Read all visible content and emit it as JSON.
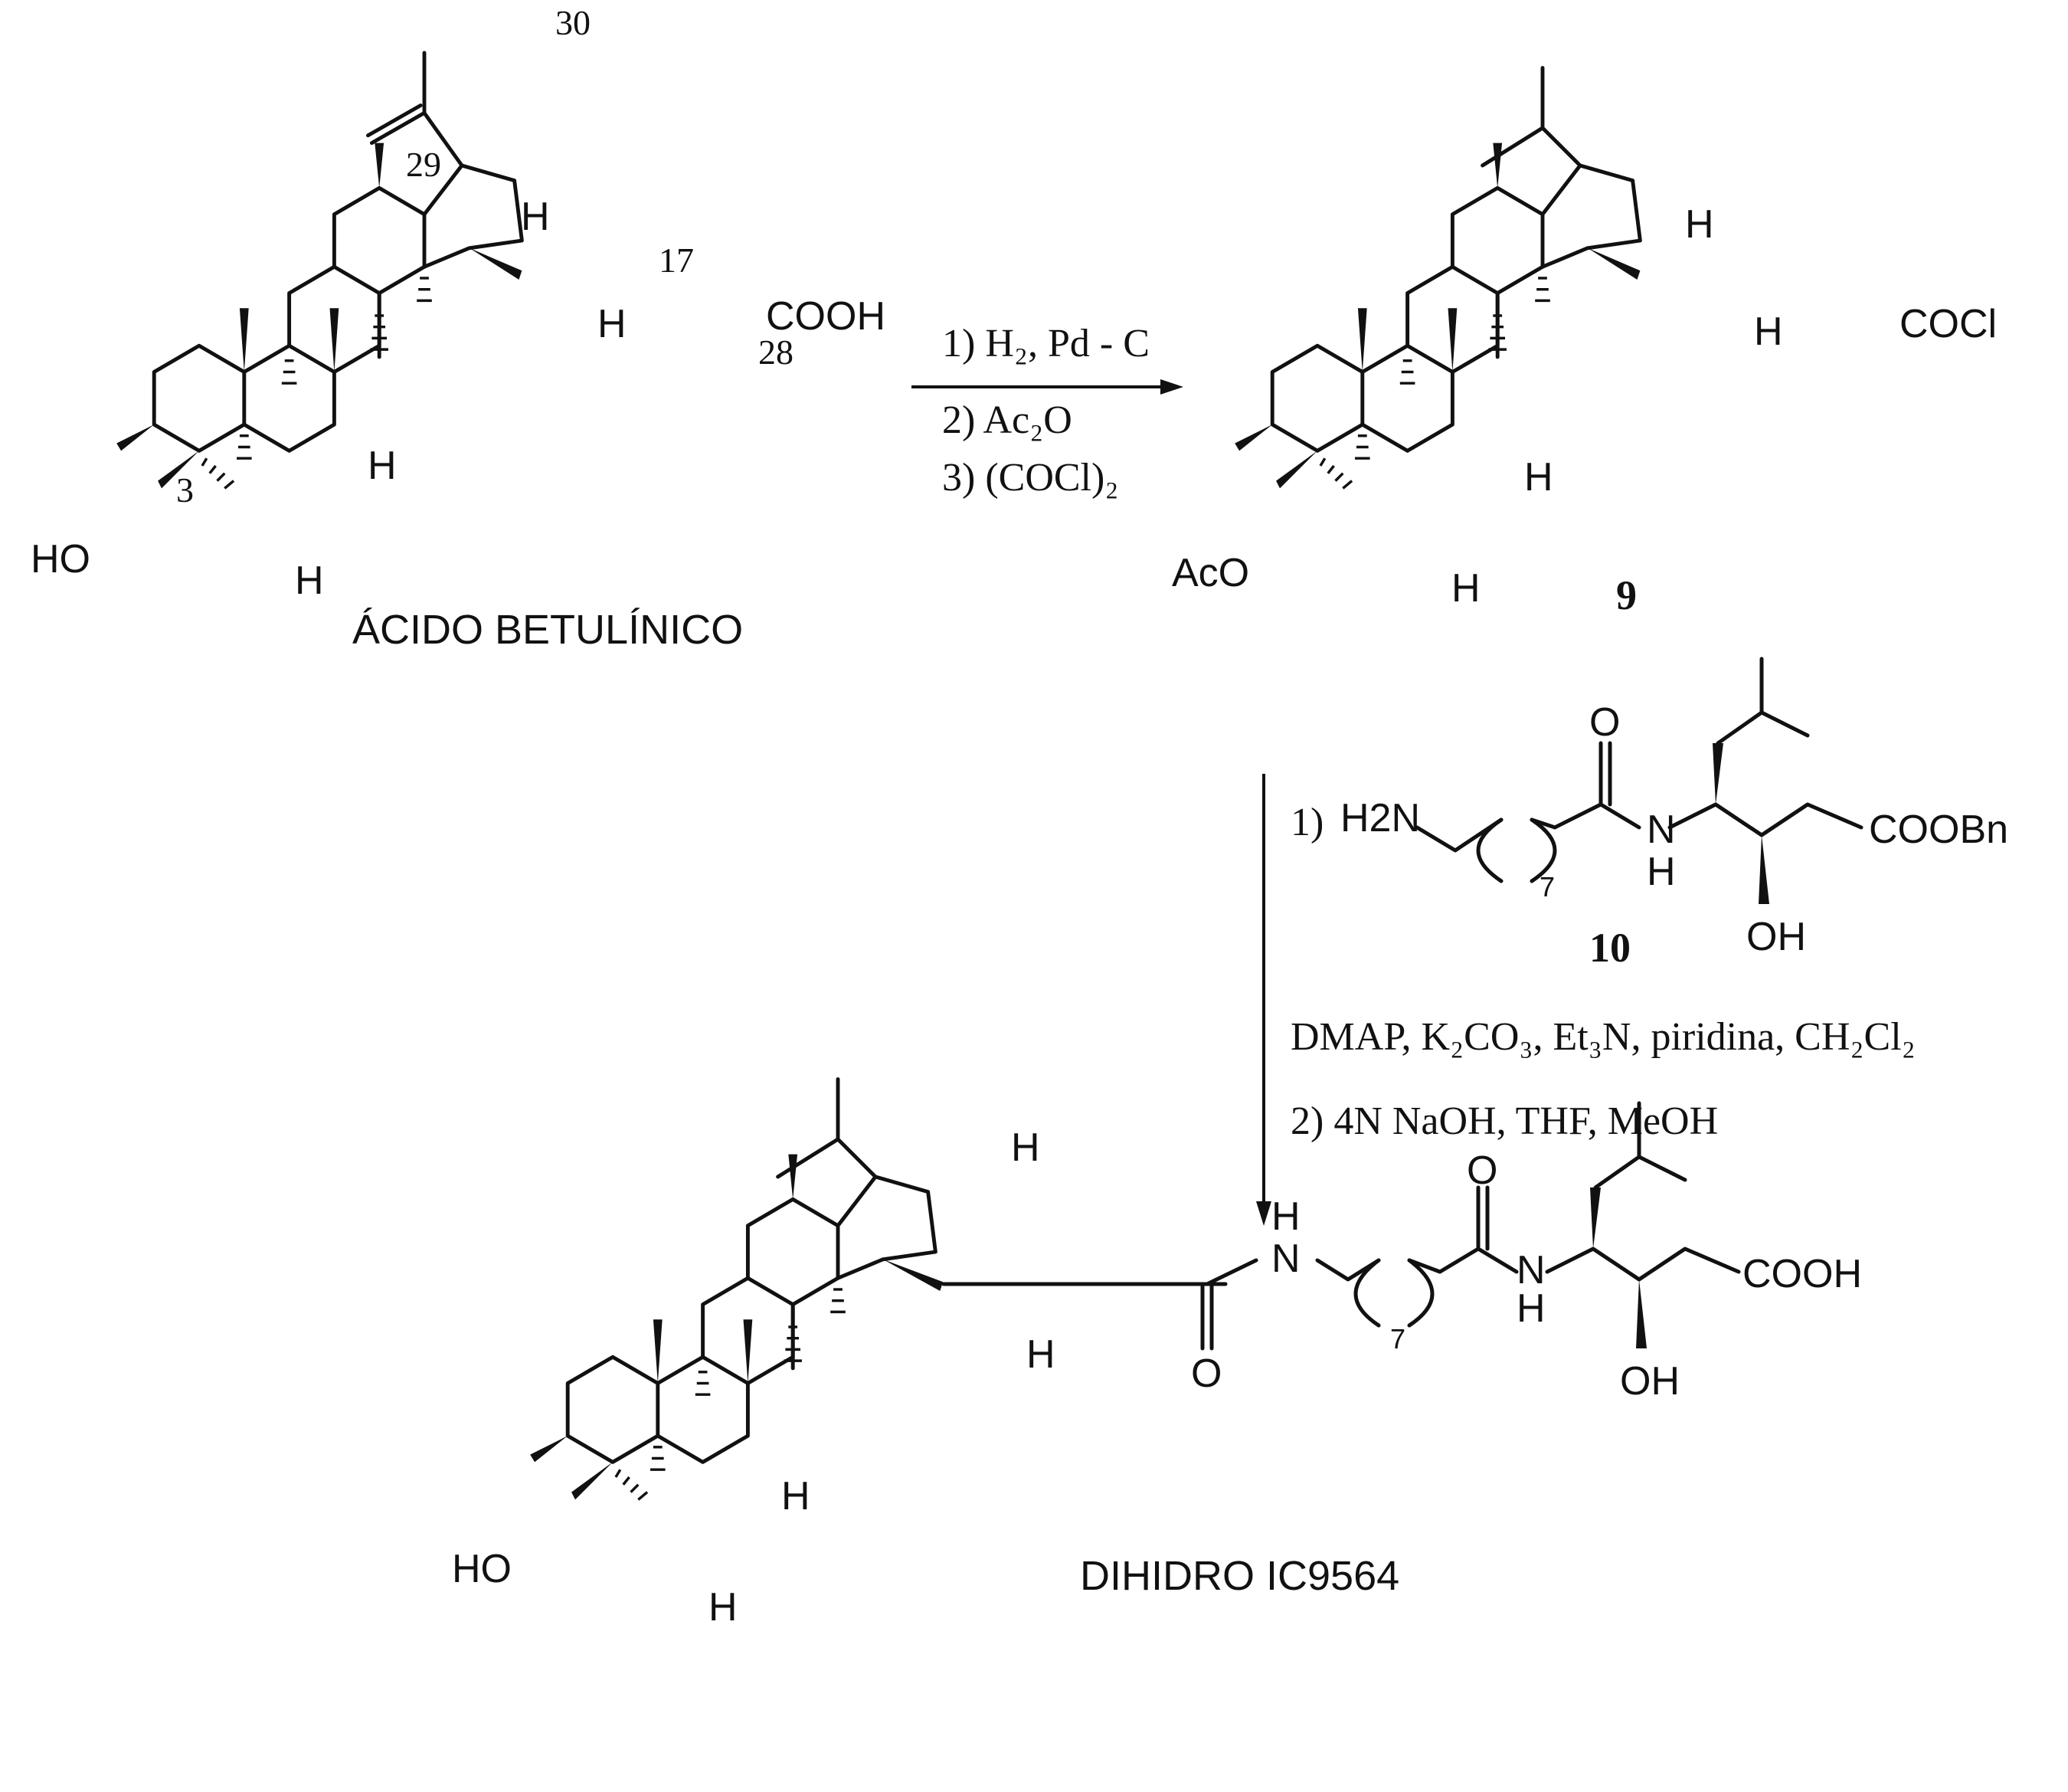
{
  "compounds": {
    "betulinic": {
      "name": "ÁCIDO BETULÍNICO",
      "atoms": {
        "oh": "HO",
        "cooh": "COOH",
        "h": "H"
      },
      "numbers": {
        "c3": "3",
        "c17": "17",
        "c28": "28",
        "c29": "29",
        "c30": "30"
      }
    },
    "compound9": {
      "number": "9",
      "atoms": {
        "oac": "AcO",
        "cocl": "COCl",
        "h": "H"
      }
    },
    "compound10": {
      "number": "10",
      "atoms": {
        "h2n": "H2N",
        "nh_n": "N",
        "nh_h": "H",
        "o": "O",
        "oh": "OH",
        "ester": "COOBn",
        "n7": "7"
      }
    },
    "product": {
      "name": "DIHIDRO IC9564",
      "atoms": {
        "oh": "HO",
        "o": "O",
        "n": "N",
        "h": "H",
        "cooh": "COOH",
        "oh2": "OH",
        "n7": "7"
      }
    }
  },
  "reaction1": {
    "steps": [
      "1) H₂, Pd - C",
      "2) Ac₂O",
      "3) (COCl)₂"
    ]
  },
  "reaction2": {
    "step1_label": "1)",
    "conditions": "DMAP, K₂CO₃, Et₃N, piridina, CH₂Cl₂",
    "step2": "2) 4N NaOH, THF, MeOH"
  }
}
